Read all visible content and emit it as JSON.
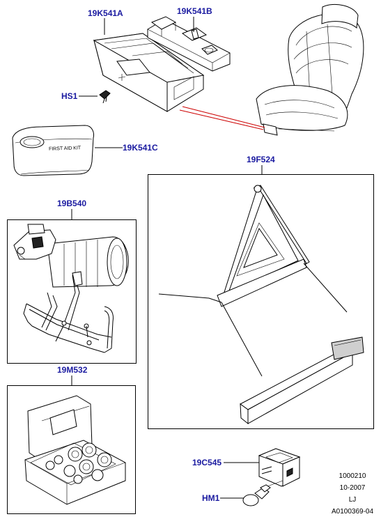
{
  "callouts": {
    "first_aid_kit_housing": "19K541A",
    "first_aid_kit_bracket": "19K541B",
    "screw": "HS1",
    "first_aid_kit": "19K541C",
    "warning_triangle": "19F524",
    "fire_extinguisher": "19B540",
    "bulb_kit": "19M532",
    "clip": "19C545",
    "fastener": "HM1"
  },
  "kit_text": "FIRST AID KIT",
  "footer": {
    "line1": "1000210",
    "line2": "10-2007",
    "line3": "LJ",
    "line4": "A0100369-04"
  },
  "colors": {
    "label": "#1a1aa0",
    "pointer_red": "#cc0000"
  }
}
